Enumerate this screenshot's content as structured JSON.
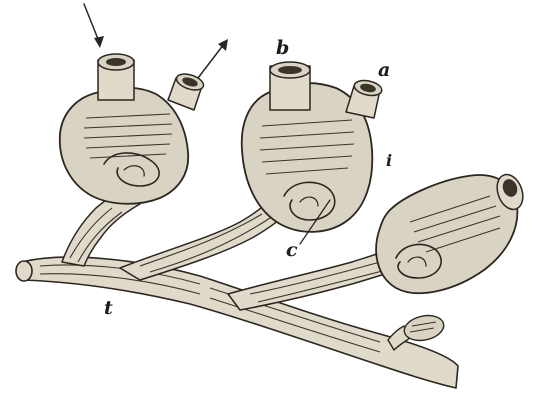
{
  "figure": {
    "labels": {
      "a": "a",
      "b": "b",
      "c": "c",
      "i": "i",
      "t": "t"
    },
    "ink_color": "#2b2620",
    "paper_color": "#ffffff",
    "tissue_color": "#d9d3c3"
  }
}
